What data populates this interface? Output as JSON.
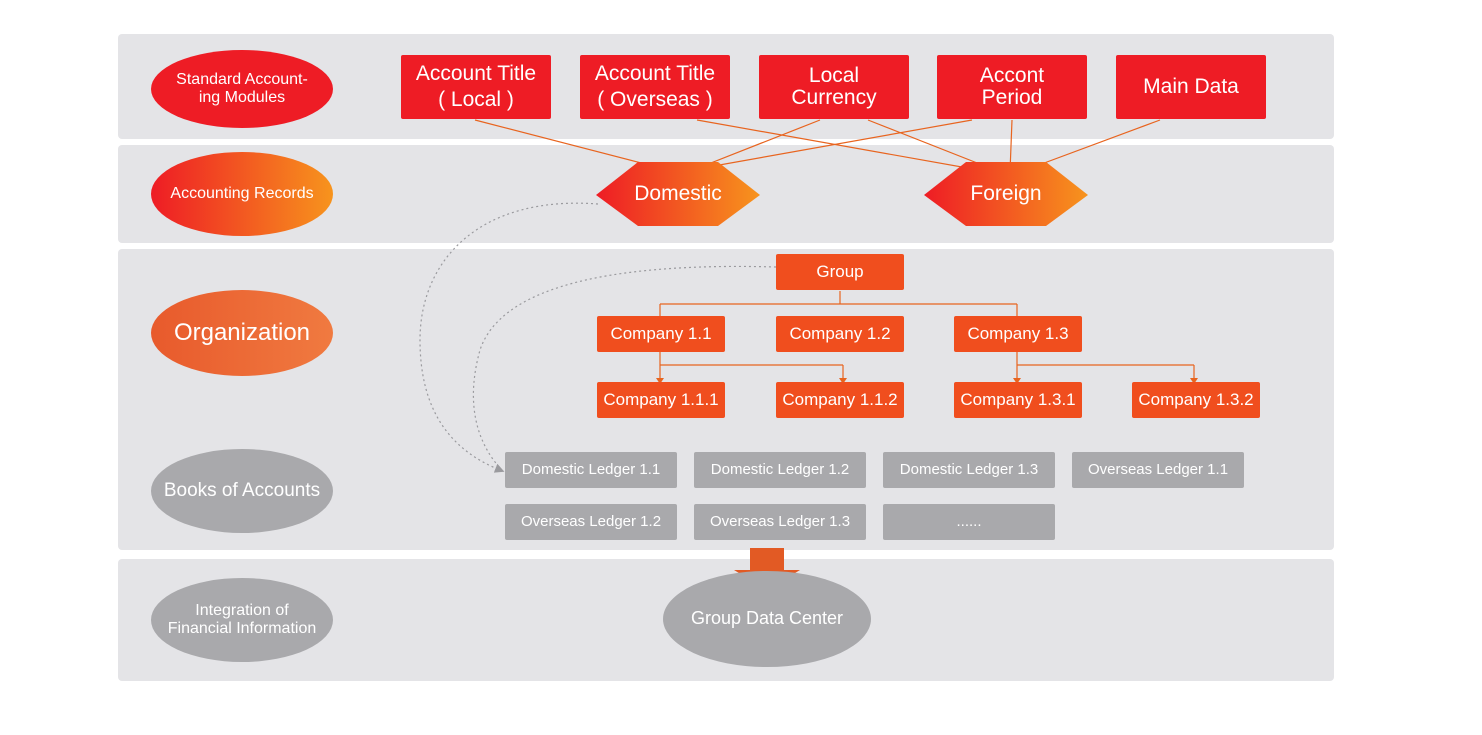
{
  "layers": {
    "standard": "Standard Account-\ning Modules",
    "records": "Accounting Records",
    "organization": "Organization",
    "books": "Books of Accounts",
    "integration": "Integration of\nFinancial Information"
  },
  "modules": {
    "title_local_1": "Account Title",
    "title_local_2": "( Local )",
    "title_overseas_1": "Account Title",
    "title_overseas_2": "( Overseas )",
    "currency_1": "Local",
    "currency_2": "Currency",
    "period_1": "Accont",
    "period_2": "Period",
    "main_data": "Main Data"
  },
  "records": {
    "domestic": "Domestic",
    "foreign": "Foreign"
  },
  "organization": {
    "group": "Group",
    "c11": "Company 1.1",
    "c12": "Company 1.2",
    "c13": "Company 1.3",
    "c111": "Company 1.1.1",
    "c112": "Company 1.1.2",
    "c131": "Company 1.3.1",
    "c132": "Company 1.3.2"
  },
  "ledgers": {
    "dl11": "Domestic Ledger 1.1",
    "dl12": "Domestic Ledger 1.2",
    "dl13": "Domestic Ledger 1.3",
    "ol11": "Overseas Ledger 1.1",
    "ol12": "Overseas Ledger 1.2",
    "ol13": "Overseas Ledger 1.3",
    "more": "......"
  },
  "center": "Group Data Center",
  "colors": {
    "band": "#e4e4e7",
    "module_red": "#ee1c25",
    "org_orange": "#f04e1e",
    "ledger_gray": "#a9a9ac",
    "connector": "#e8641f"
  }
}
